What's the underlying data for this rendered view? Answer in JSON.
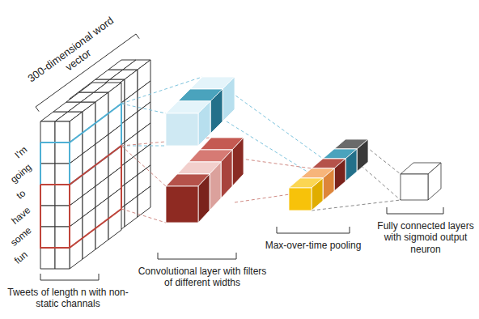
{
  "diagram": {
    "labels": [
      "300-dimensional word vector",
      "I'm",
      "going",
      "to",
      "have",
      "some",
      "fun",
      "Tweets of length n with non-static channals",
      "Convolutional layer with filters of different widths",
      "Max-over-time pooling",
      "Fully connected layers with sigmoid output neuron"
    ]
  }
}
